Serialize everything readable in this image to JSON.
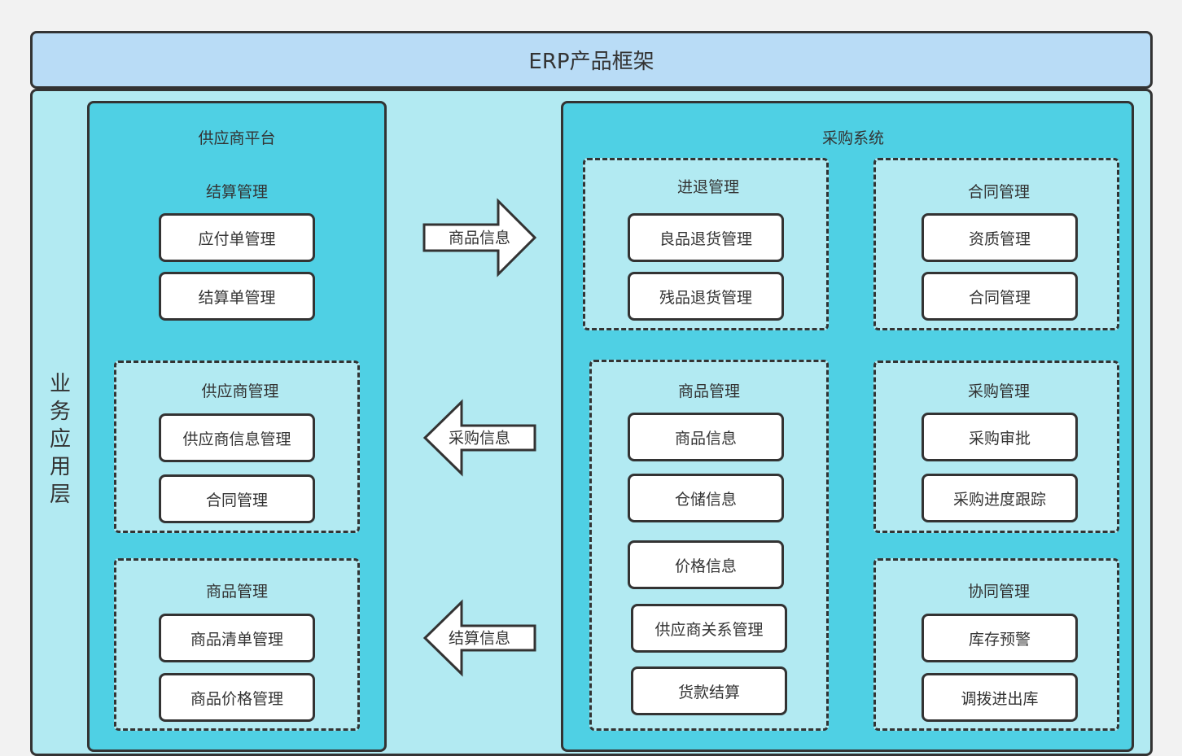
{
  "header": {
    "title": "ERP产品框架"
  },
  "layer": {
    "label": "业务应用层"
  },
  "supplier_platform": {
    "title": "供应商平台",
    "settlement": {
      "title": "结算管理",
      "items": [
        "应付单管理",
        "结算单管理"
      ]
    },
    "supplier_mgmt": {
      "title": "供应商管理",
      "items": [
        "供应商信息管理",
        "合同管理"
      ]
    },
    "goods_mgmt": {
      "title": "商品管理",
      "items": [
        "商品清单管理",
        "商品价格管理"
      ]
    }
  },
  "arrows": {
    "goods_info": "商品信息",
    "purchase_info": "采购信息",
    "settlement_info": "结算信息"
  },
  "purchase_system": {
    "title": "采购系统",
    "return_mgmt": {
      "title": "进退管理",
      "items": [
        "良品退货管理",
        "残品退货管理"
      ]
    },
    "contract_mgmt": {
      "title": "合同管理",
      "items": [
        "资质管理",
        "合同管理"
      ]
    },
    "goods_mgmt": {
      "title": "商品管理",
      "items": [
        "商品信息",
        "仓储信息",
        "价格信息",
        "供应商关系管理",
        "货款结算"
      ]
    },
    "purchase_mgmt": {
      "title": "采购管理",
      "items": [
        "采购审批",
        "采购进度跟踪"
      ]
    },
    "coop_mgmt": {
      "title": "协同管理",
      "items": [
        "库存预警",
        "调拨进出库"
      ]
    }
  }
}
